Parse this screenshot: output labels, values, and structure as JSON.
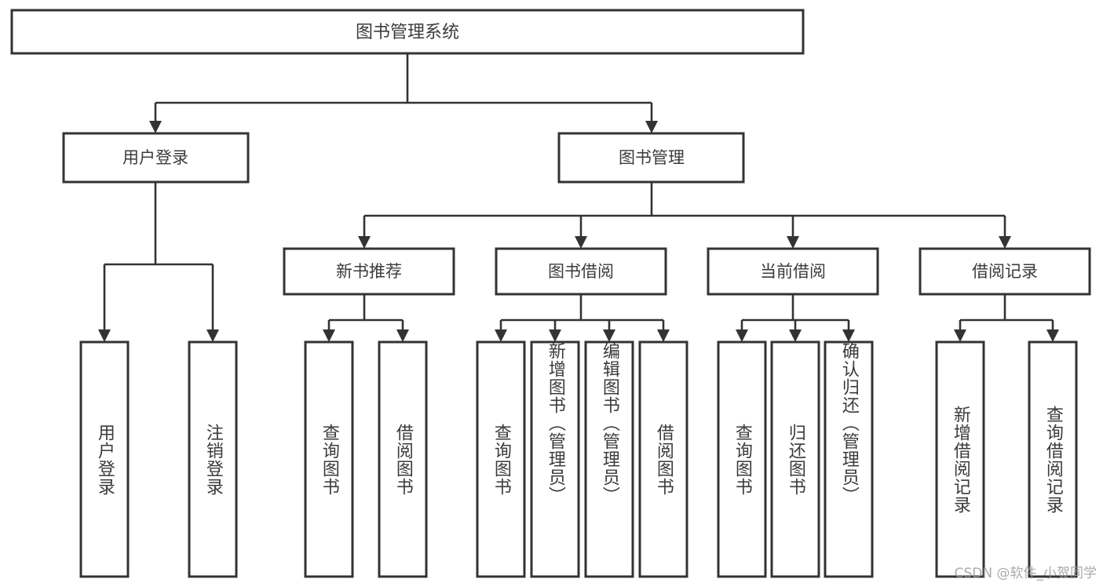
{
  "diagram": {
    "title_text": "图书管理系统",
    "type": "hierarchy-tree",
    "watermark": "CSDN @软件_小贺同学",
    "levels": {
      "root": {
        "label": "图书管理系统",
        "orientation": "horizontal"
      },
      "level2": [
        {
          "label": "用户登录",
          "orientation": "horizontal"
        },
        {
          "label": "图书管理",
          "orientation": "horizontal"
        }
      ],
      "level3": [
        {
          "label": "新书推荐",
          "orientation": "horizontal",
          "parent": "图书管理"
        },
        {
          "label": "图书借阅",
          "orientation": "horizontal",
          "parent": "图书管理"
        },
        {
          "label": "当前借阅",
          "orientation": "horizontal",
          "parent": "图书管理"
        },
        {
          "label": "借阅记录",
          "orientation": "horizontal",
          "parent": "图书管理"
        }
      ],
      "leaves": [
        {
          "label": "用户登录",
          "orientation": "vertical",
          "parent": "用户登录"
        },
        {
          "label": "注销登录",
          "orientation": "vertical",
          "parent": "用户登录"
        },
        {
          "label": "查询图书",
          "orientation": "vertical",
          "parent": "新书推荐"
        },
        {
          "label": "借阅图书",
          "orientation": "vertical",
          "parent": "新书推荐"
        },
        {
          "label": "查询图书",
          "orientation": "vertical",
          "parent": "图书借阅"
        },
        {
          "label": "新增图书（管理员）",
          "orientation": "vertical",
          "parent": "图书借阅"
        },
        {
          "label": "编辑图书（管理员）",
          "orientation": "vertical",
          "parent": "图书借阅"
        },
        {
          "label": "借阅图书",
          "orientation": "vertical",
          "parent": "图书借阅"
        },
        {
          "label": "查询图书",
          "orientation": "vertical",
          "parent": "当前借阅"
        },
        {
          "label": "归还图书",
          "orientation": "vertical",
          "parent": "当前借阅"
        },
        {
          "label": "确认归还（管理员）",
          "orientation": "vertical",
          "parent": "当前借阅"
        },
        {
          "label": "新增借阅记录",
          "orientation": "vertical",
          "parent": "借阅记录"
        },
        {
          "label": "查询借阅记录",
          "orientation": "vertical",
          "parent": "借阅记录"
        }
      ]
    },
    "colors": {
      "stroke": "#333333",
      "fill": "#ffffff",
      "text": "#3b3b3b",
      "watermark": "#9c9c9c"
    }
  }
}
